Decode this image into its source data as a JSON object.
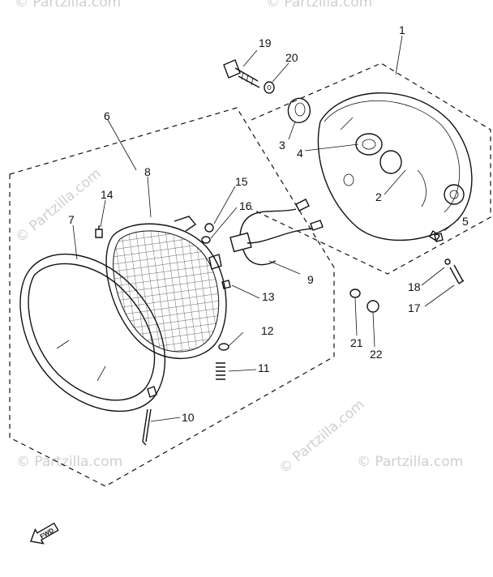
{
  "watermark": "© Partzilla.com",
  "fwd_mark": "FWD",
  "callouts": [
    {
      "id": "c1",
      "text": "1"
    },
    {
      "id": "c2",
      "text": "2"
    },
    {
      "id": "c3",
      "text": "3"
    },
    {
      "id": "c4",
      "text": "4"
    },
    {
      "id": "c5",
      "text": "5"
    },
    {
      "id": "c6",
      "text": "6"
    },
    {
      "id": "c7",
      "text": "7"
    },
    {
      "id": "c8",
      "text": "8"
    },
    {
      "id": "c9",
      "text": "9"
    },
    {
      "id": "c10",
      "text": "10"
    },
    {
      "id": "c11",
      "text": "11"
    },
    {
      "id": "c12",
      "text": "12"
    },
    {
      "id": "c13",
      "text": "13"
    },
    {
      "id": "c14",
      "text": "14"
    },
    {
      "id": "c15",
      "text": "15"
    },
    {
      "id": "c16",
      "text": "16"
    },
    {
      "id": "c17",
      "text": "17"
    },
    {
      "id": "c18",
      "text": "18"
    },
    {
      "id": "c19",
      "text": "19"
    },
    {
      "id": "c20",
      "text": "20"
    },
    {
      "id": "c21",
      "text": "21"
    },
    {
      "id": "c22",
      "text": "22"
    }
  ]
}
